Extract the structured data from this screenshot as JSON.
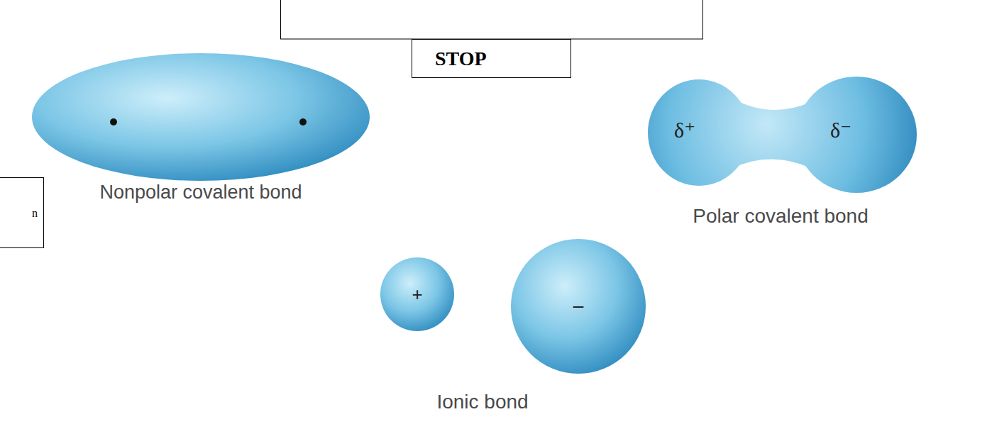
{
  "diagram": {
    "nodes": [
      {
        "text": [
          "STOP"
        ]
      },
      {
        "text": [
          "Nonpolar covalent bond"
        ]
      },
      {
        "text": [
          "δ⁺",
          "δ⁻",
          "Polar covalent bond"
        ]
      },
      {
        "text": [
          "n"
        ]
      },
      {
        "text": [
          "+"
        ]
      },
      {
        "text": [
          "−"
        ]
      }
    ],
    "labels": [
      "Ionic bond"
    ]
  }
}
